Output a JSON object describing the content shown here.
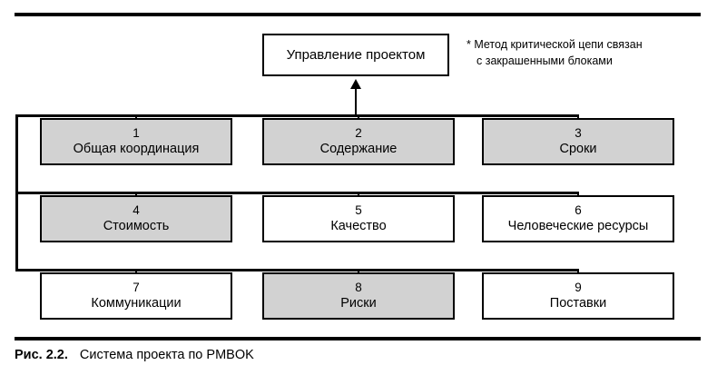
{
  "figure": {
    "top_box": {
      "label": "Управление проектом"
    },
    "footnote": {
      "line1": "* Метод критической цепи связан",
      "line2": "с закрашенными блоками"
    },
    "caption": {
      "number": "Рис. 2.2.",
      "text": "Система проекта по PMBOK"
    },
    "colors": {
      "shaded_fill": "#d2d2d2",
      "box_border": "#000000",
      "background": "#ffffff"
    },
    "boxes": [
      {
        "num": "1",
        "label": "Общая координация",
        "shaded": true
      },
      {
        "num": "2",
        "label": "Содержание",
        "shaded": true
      },
      {
        "num": "3",
        "label": "Сроки",
        "shaded": true
      },
      {
        "num": "4",
        "label": "Стоимость",
        "shaded": true
      },
      {
        "num": "5",
        "label": "Качество",
        "shaded": false
      },
      {
        "num": "6",
        "label": "Человеческие ресурсы",
        "shaded": false
      },
      {
        "num": "7",
        "label": "Коммуникации",
        "shaded": false
      },
      {
        "num": "8",
        "label": "Риски",
        "shaded": true
      },
      {
        "num": "9",
        "label": "Поставки",
        "shaded": false
      }
    ]
  }
}
